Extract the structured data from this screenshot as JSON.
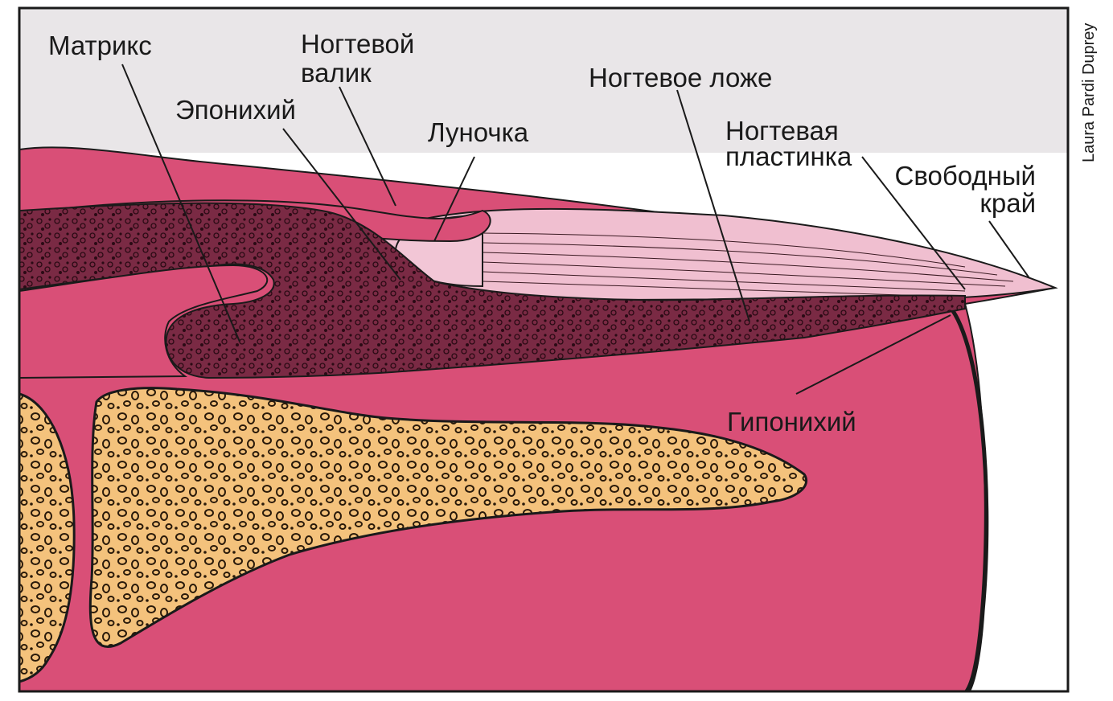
{
  "diagram": {
    "credit": "Laura Pardi Duprey",
    "labels": {
      "matrix": "Матрикс",
      "nail_fold_1": "Ногтевой",
      "nail_fold_2": "валик",
      "eponychium": "Эпонихий",
      "lunula": "Луночка",
      "nail_bed": "Ногтевое ложе",
      "nail_plate_1": "Ногтевая",
      "nail_plate_2": "пластинка",
      "free_edge_1": "Свободный",
      "free_edge_2": "край",
      "hyponychium": "Гипонихий"
    },
    "colors": {
      "soft_tissue": "#d94f77",
      "bone": "#f4c27c",
      "nail": "#f0bfd0",
      "matrix_tissue": "#7a2a44",
      "outline": "#1a1a1a"
    }
  }
}
